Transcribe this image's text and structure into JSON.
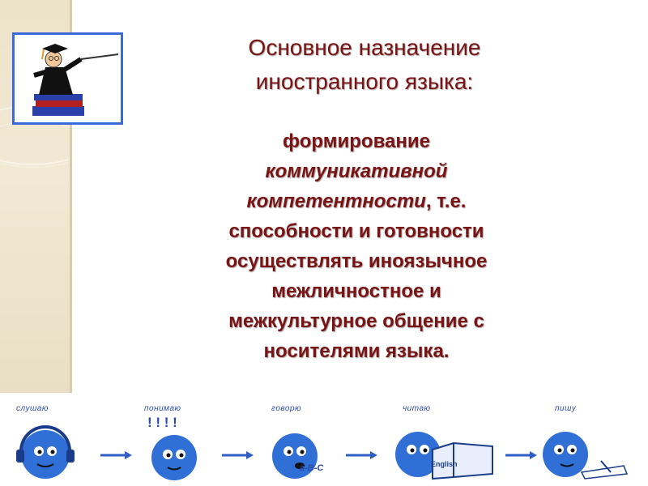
{
  "slide": {
    "title_line1": "Основное назначение",
    "title_line2": "иностранного языка:",
    "body_p1": "формирование",
    "body_italic1": "коммуникативной",
    "body_italic2": "компетентности",
    "body_p2": ", т.е.",
    "body_p3": "способности и готовности",
    "body_p4": "осуществлять иноязычное",
    "body_p5": "межличностное и",
    "body_p6": "межкультурное общение с",
    "body_p7": "носителями языка."
  },
  "steps": [
    {
      "label": "слушаю",
      "icon": "listening-face-icon"
    },
    {
      "label": "понимаю",
      "icon": "understanding-face-icon",
      "extra": "! ! ! !"
    },
    {
      "label": "говорю",
      "icon": "speaking-face-icon",
      "extra": "a-B-C"
    },
    {
      "label": "читаю",
      "icon": "reading-face-icon",
      "extra": "English"
    },
    {
      "label": "пишу",
      "icon": "writing-face-icon"
    }
  ],
  "colors": {
    "title": "#7a1414",
    "face": "#2f6fd6",
    "arrow": "#2f5fc4"
  }
}
